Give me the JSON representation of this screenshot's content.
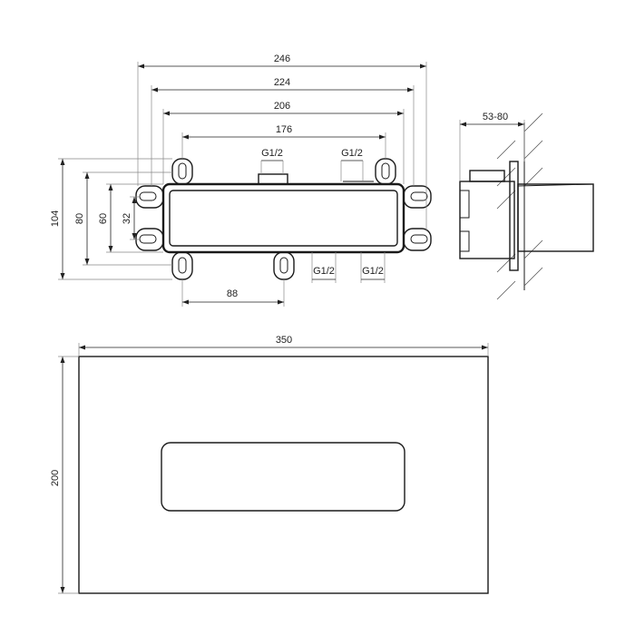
{
  "dimensions": {
    "overall_width": "246",
    "lug_outer_width": "224",
    "lug_inner_width": "206",
    "inner_lug_width": "176",
    "height_total": "104",
    "height_80": "80",
    "height_60": "60",
    "height_32": "32",
    "bottom_offset": "88",
    "depth_range": "53-80",
    "plate_width": "350",
    "plate_height": "200"
  },
  "connections": {
    "top_left": "G1/2",
    "top_right": "G1/2",
    "bottom_left": "G1/2",
    "bottom_right": "G1/2"
  }
}
